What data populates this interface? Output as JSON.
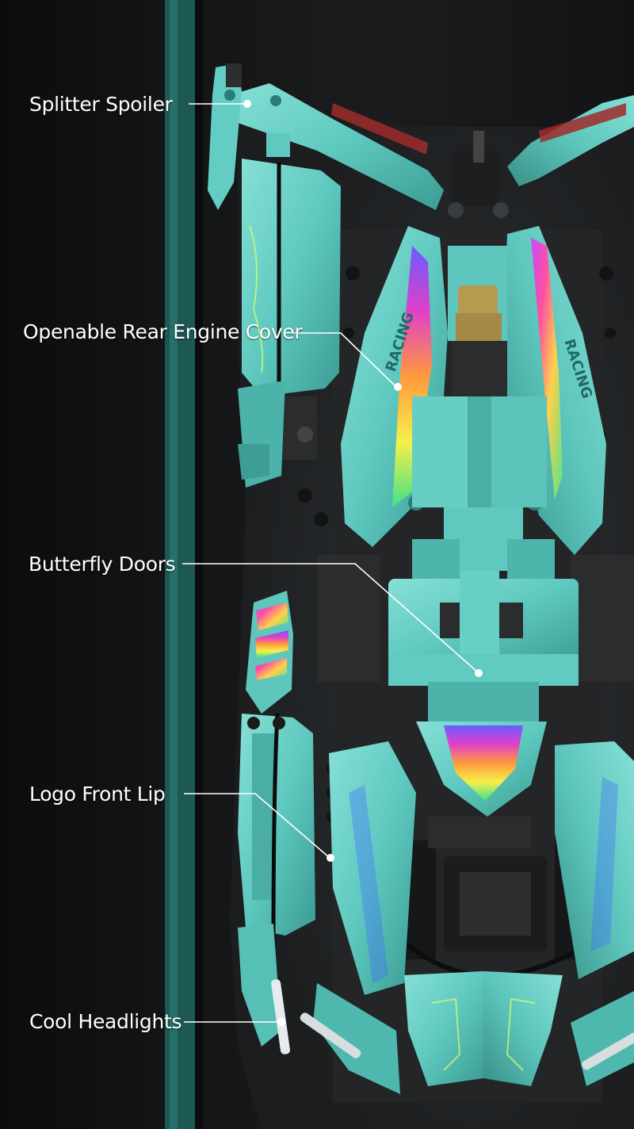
{
  "callouts": [
    {
      "id": "splitter",
      "text": "Splitter Spoiler"
    },
    {
      "id": "engine",
      "text": "Openable Rear Engine Cover"
    },
    {
      "id": "doors",
      "text": "Butterfly Doors"
    },
    {
      "id": "lip",
      "text": "Logo Front Lip"
    },
    {
      "id": "headlights",
      "text": "Cool Headlights"
    }
  ],
  "decal_text": [
    "RACING",
    "RACING"
  ],
  "colors": {
    "background": "#0d0f10",
    "teal_body": "#5fc9bf",
    "teal_light": "#7fdcd2",
    "teal_dark": "#3d9f96",
    "chassis": "#2a2c2e",
    "stripe": "#1f5e5a",
    "callout_line": "#ffffff"
  }
}
